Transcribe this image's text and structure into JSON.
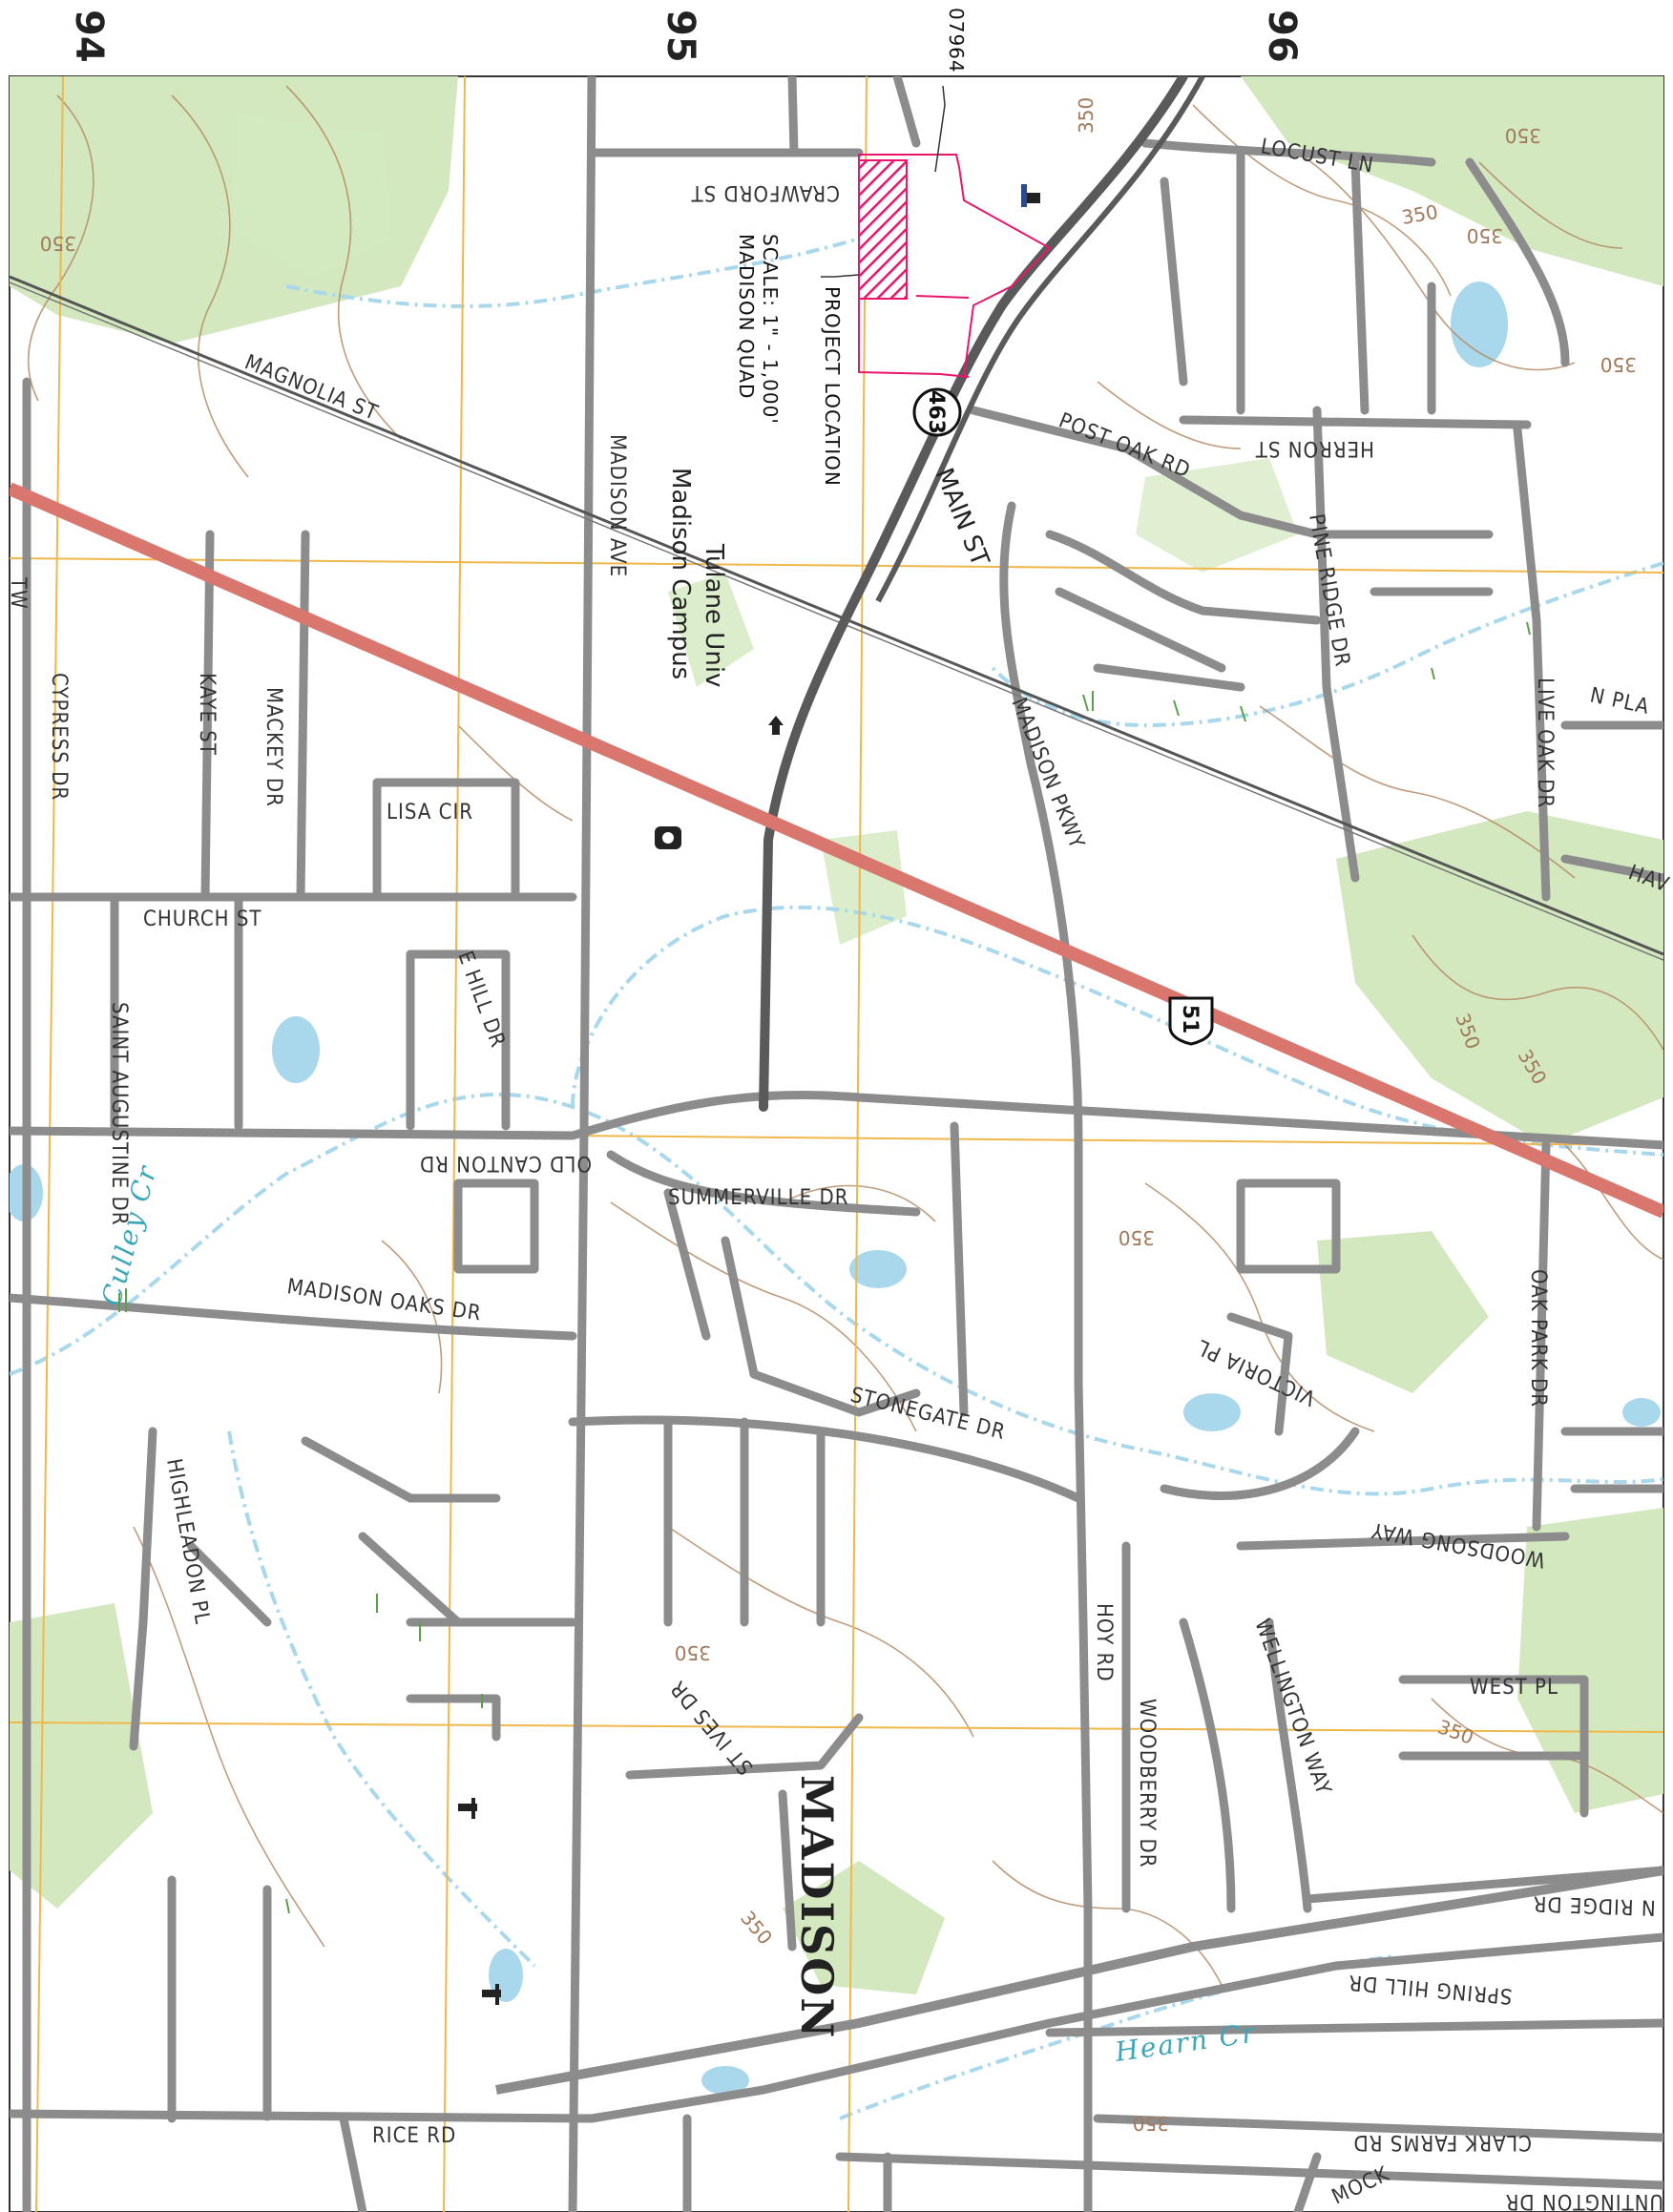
{
  "grid_labels": {
    "left": "94",
    "center": "95",
    "right": "96"
  },
  "top_label": "07964",
  "project": {
    "label": "PROJECT LOCATION",
    "scale": "SCALE: 1\" - 1,000'",
    "quad": "MADISON QUAD"
  },
  "campus": {
    "line1": "Tulane Univ",
    "line2": "Madison Campus"
  },
  "town": "MADISON",
  "shields": {
    "state": "463",
    "us": "51"
  },
  "streets": {
    "crawford": "CRAWFORD ST",
    "locust": "LOCUST LN",
    "magnolia": "MAGNOLIA ST",
    "madison_ave": "MADISON AVE",
    "main": "MAIN ST",
    "post_oak": "POST OAK RD",
    "herron": "HERRON ST",
    "pine_ridge": "PINE RIDGE DR",
    "live_oak": "LIVE OAK DR",
    "n_pla": "N PLA",
    "hav": "HAV",
    "madison_pkwy": "MADISON PKWY",
    "cypress": "CYPRESS DR",
    "kaye": "KAYE ST",
    "mackey": "MACKEY DR",
    "lisa": "LISA CIR",
    "church": "CHURCH ST",
    "e_hill": "E HILL DR",
    "saint_augustine": "SAINT AUGUSTINE DR",
    "old_canton": "OLD CANTON RD",
    "summerville": "SUMMERVILLE DR",
    "madison_oaks": "MADISON OAKS DR",
    "stonegate": "STONEGATE DR",
    "victoria": "VICTORIA PL",
    "oak_park": "OAK PARK DR",
    "woodsong": "WOODSONG WAY",
    "highleadon": "HIGHLEADON PL",
    "hoy": "HOY RD",
    "woodberry": "WOODBERRY DR",
    "wellington": "WELLINGTON WAY",
    "west_pl": "WEST PL",
    "st_ives": "ST IVES DR",
    "n_ridge": "N RIDGE DR",
    "spring_hill": "SPRING HILL DR",
    "clark_farms": "CLARK FARMS RD",
    "rice": "RICE RD",
    "huntington": "UNTINGTON DR",
    "mock": "MOCK",
    "tw": "TW"
  },
  "water": {
    "culley": "Culley Cr",
    "hearn": "Hearn Cr"
  },
  "contours": {
    "c350": "350"
  },
  "colors": {
    "road": "#8c8c8c",
    "highway": "#d9776f",
    "contour": "#b58b66",
    "grid": "#f0b84a",
    "water": "#a9d8ec",
    "vegetation": "#d3e8bf",
    "project": "#e8176b"
  }
}
